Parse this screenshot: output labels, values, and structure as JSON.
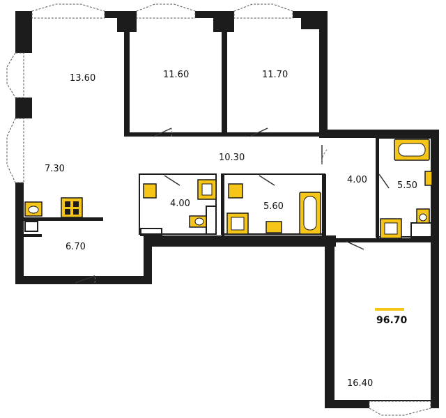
{
  "rooms": [
    {
      "id": "room-1",
      "area": "13.60"
    },
    {
      "id": "room-2",
      "area": "11.60"
    },
    {
      "id": "room-3",
      "area": "11.70"
    },
    {
      "id": "room-4",
      "area": "10.30"
    },
    {
      "id": "room-5",
      "area": "7.30"
    },
    {
      "id": "room-6",
      "area": "4.00"
    },
    {
      "id": "room-7",
      "area": "5.60"
    },
    {
      "id": "room-8",
      "area": "4.00"
    },
    {
      "id": "room-9",
      "area": "5.50"
    },
    {
      "id": "room-10",
      "area": "6.70"
    },
    {
      "id": "room-11",
      "area": "16.40"
    }
  ],
  "total_area": "96.70",
  "colors": {
    "wall": "#1c1c1c",
    "fixture": "#f5c518",
    "total_underline": "#f5c518"
  }
}
